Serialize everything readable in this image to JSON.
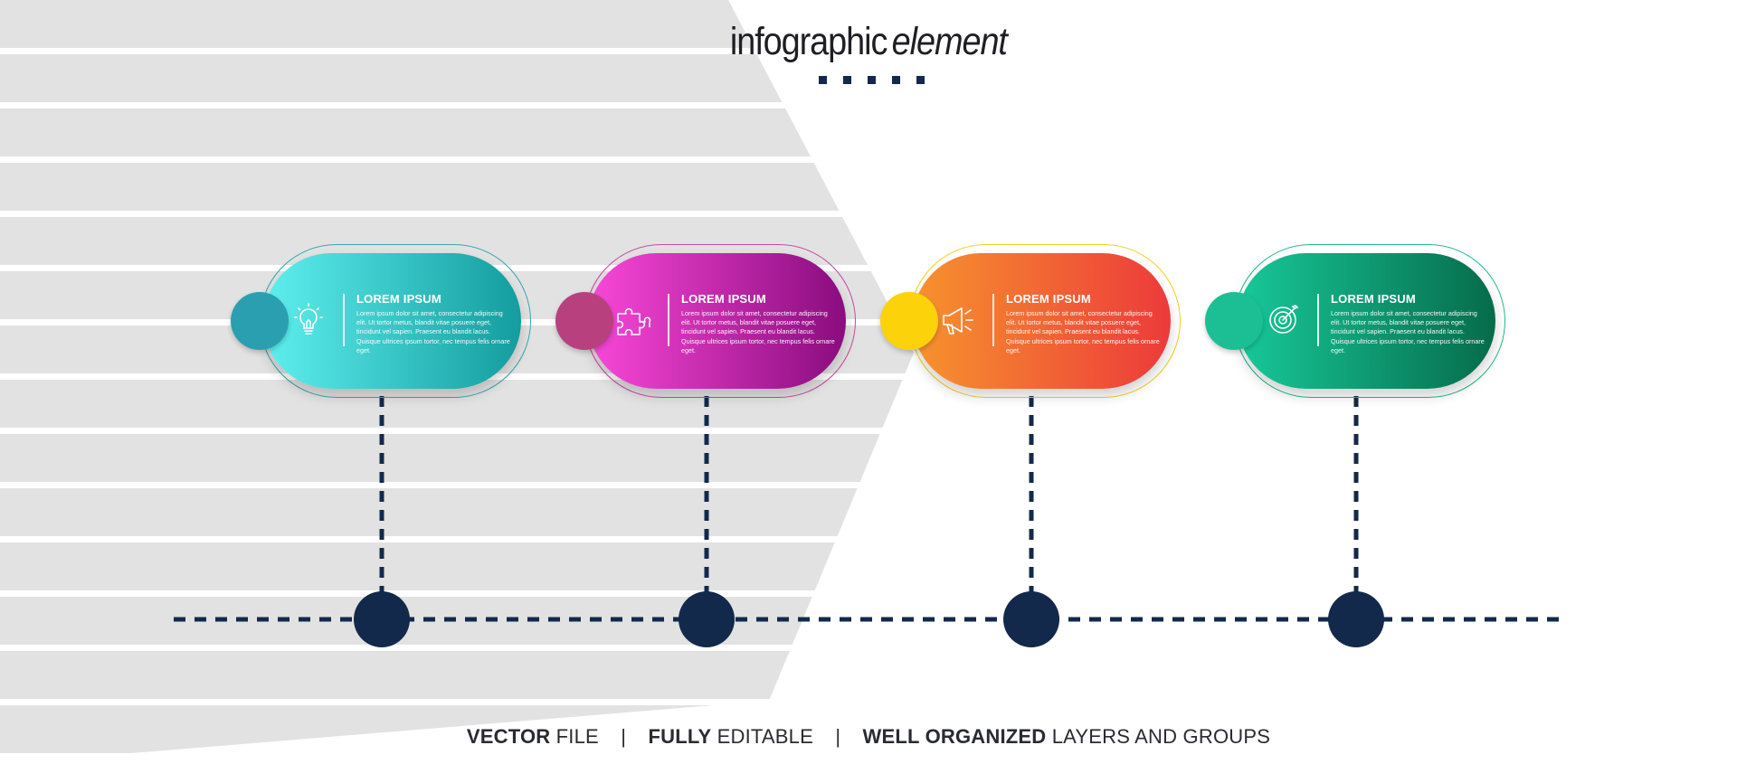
{
  "header": {
    "title_main": "infographic",
    "title_em": "element"
  },
  "steps": [
    {
      "title": "LOREM IPSUM",
      "text": "Lorem ipsum dolor sit amet, consectetur adipiscing elit. Ut tortor metus, blandit vitae posuere eget, tincidunt vel sapien. Praesent eu blandit lacus. Quisque ultrices ipsum tortor, nec tempus felis ornare eget.",
      "icon": "lightbulb-icon",
      "color_from": "#5ef0ee",
      "color_to": "#149c9e",
      "knob": "#2a9fb0",
      "outline": "#39a7b0"
    },
    {
      "title": "LOREM IPSUM",
      "text": "Lorem ipsum dolor sit amet, consectetur adipiscing elit. Ut tortor metus, blandit vitae posuere eget, tincidunt vel sapien. Praesent eu blandit lacus. Quisque ultrices ipsum tortor, nec tempus felis ornare eget.",
      "icon": "puzzle-icon",
      "color_from": "#f948d8",
      "color_to": "#8a0c7e",
      "knob": "#b8407f",
      "outline": "#c84aa0"
    },
    {
      "title": "LOREM IPSUM",
      "text": "Lorem ipsum dolor sit amet, consectetur adipiscing elit. Ut tortor metus, blandit vitae posuere eget, tincidunt vel sapien. Praesent eu blandit lacus. Quisque ultrices ipsum tortor, nec tempus felis ornare eget.",
      "icon": "megaphone-icon",
      "color_from": "#f7932e",
      "color_to": "#ec3a3a",
      "knob": "#fcd20a",
      "outline": "#f3d021"
    },
    {
      "title": "LOREM IPSUM",
      "text": "Lorem ipsum dolor sit amet, consectetur adipiscing elit. Ut tortor metus, blandit vitae posuere eget, tincidunt vel sapien. Praesent eu blandit lacus. Quisque ultrices ipsum tortor, nec tempus felis ornare eget.",
      "icon": "target-icon",
      "color_from": "#17c99a",
      "color_to": "#066b4a",
      "knob": "#1cbf94",
      "outline": "#21b98f"
    }
  ],
  "footer": {
    "p1_bold": "VECTOR",
    "p1_rest": " FILE",
    "sep1": "|",
    "p2_bold": "FULLY",
    "p2_rest": " EDITABLE",
    "sep2": "|",
    "p3_bold": "WELL ORGANIZED",
    "p3_rest": " LAYERS AND GROUPS"
  },
  "colors": {
    "navy": "#13294b",
    "stripe": "#e2e2e2"
  }
}
